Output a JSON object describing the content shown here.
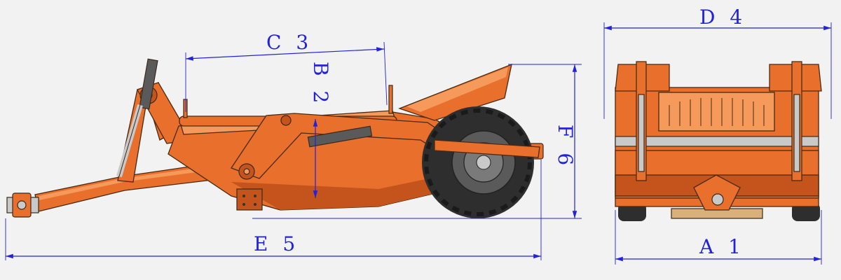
{
  "colors": {
    "background": "#f2f2f2",
    "dimension": "#2222dd",
    "body_orange": "#e86f2c",
    "body_dark": "#c4531c",
    "body_light": "#f59a5a",
    "tire": "#2e2e2e",
    "rim": "#5a5a5a",
    "steel": "#c9c9c9"
  },
  "dimensions": {
    "a": "A 1",
    "b": "B 2",
    "c": "C 3",
    "d": "D 4",
    "e": "E 5",
    "f": "F 6"
  }
}
